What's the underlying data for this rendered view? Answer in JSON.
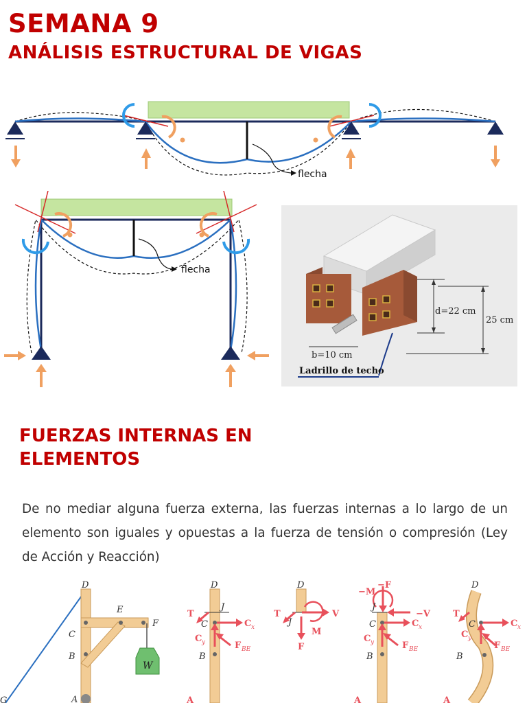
{
  "header": {
    "title": "SEMANA 9",
    "subtitle": "ANÁLISIS ESTRUCTURAL DE VIGAS"
  },
  "figure_beam": {
    "flecha_label": "flecha"
  },
  "figure_frame": {
    "flecha_label": "flecha"
  },
  "figure_brick": {
    "d_label": "d=22 cm",
    "h_label": "25 cm",
    "b_label": "b=10 cm",
    "caption": "Ladrillo de techo"
  },
  "section": {
    "heading": "FUERZAS INTERNAS EN ELEMENTOS",
    "paragraph": "De no mediar alguna fuerza externa, las fuerzas internas a lo largo de un elemento son iguales y opuestas a la fuerza de tensión o compresión (Ley de Acción y Reacción)"
  },
  "figure_forces": {
    "panel1": {
      "D": "D",
      "E": "E",
      "F": "F",
      "C": "C",
      "B": "B",
      "W": "W",
      "A": "A",
      "G": "G"
    },
    "panel2": {
      "D": "D",
      "T": "T",
      "J": "J",
      "C": "C",
      "Cx": "C",
      "Cy": "C",
      "FBE": "F",
      "B": "B",
      "Ax": "A"
    },
    "panel3": {
      "D": "D",
      "T": "T",
      "J": "J",
      "V": "V",
      "M": "M",
      "F": "F"
    },
    "panel4": {
      "M": "−M",
      "F": "−F",
      "V": "−V",
      "J": "J",
      "C": "C",
      "Cx": "C",
      "Cy": "C",
      "FBE": "F",
      "B": "B",
      "Ax": "A"
    },
    "panel5": {
      "D": "D",
      "T": "T",
      "C": "C",
      "Cx": "C",
      "Cy": "C",
      "FBE": "F",
      "B": "B",
      "Ax": "A"
    },
    "subscripts": {
      "x": "x",
      "y": "y",
      "BE": "BE"
    }
  },
  "colors": {
    "title_red": "#c00000",
    "beam_navy": "#1b2a5b",
    "deflection_blue": "#2a6fc0",
    "arrow_orange": "#f0a060",
    "moment_blue": "#2f9be8",
    "load_green": "#c5e5a0",
    "force_red": "#e8505b",
    "wood": "#f2cc95",
    "brick": "#a65a3a",
    "weight_green": "#6fbf6f"
  }
}
